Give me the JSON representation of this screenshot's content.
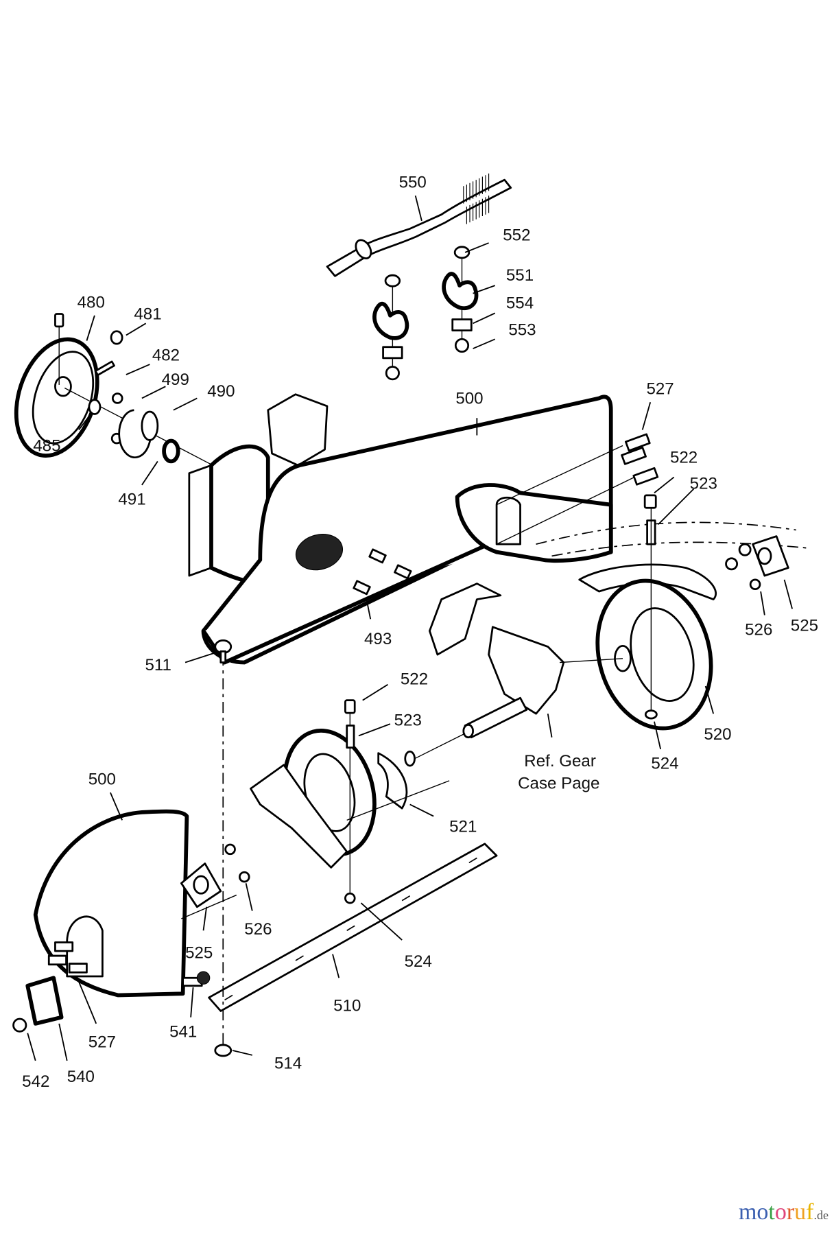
{
  "diagram": {
    "title": "Snow thrower auger housing exploded parts diagram",
    "labels": {
      "p550": "550",
      "p552": "552",
      "p551": "551",
      "p554": "554",
      "p553": "553",
      "p480": "480",
      "p481": "481",
      "p482": "482",
      "p499": "499",
      "p490": "490",
      "p485": "485",
      "p491": "491",
      "p500a": "500",
      "p527a": "527",
      "p522a": "522",
      "p523a": "523",
      "p526a": "526",
      "p525a": "525",
      "p493": "493",
      "p511": "511",
      "p520": "520",
      "p524a": "524",
      "p522b": "522",
      "p523b": "523",
      "ref_line1": "Ref. Gear",
      "ref_line2": "Case Page",
      "p500b": "500",
      "p521": "521",
      "p526b": "526",
      "p525b": "525",
      "p524b": "524",
      "p510": "510",
      "p527b": "527",
      "p541": "541",
      "p514": "514",
      "p542": "542",
      "p540": "540"
    }
  },
  "watermark": {
    "letters": [
      "m",
      "o",
      "t",
      "o",
      "r",
      "u",
      "f"
    ],
    "colors": [
      "#3b5fb0",
      "#3b5fb0",
      "#3aa046",
      "#e0457b",
      "#e05a2a",
      "#f0a020",
      "#e8b400"
    ],
    "suffix": ".de"
  }
}
